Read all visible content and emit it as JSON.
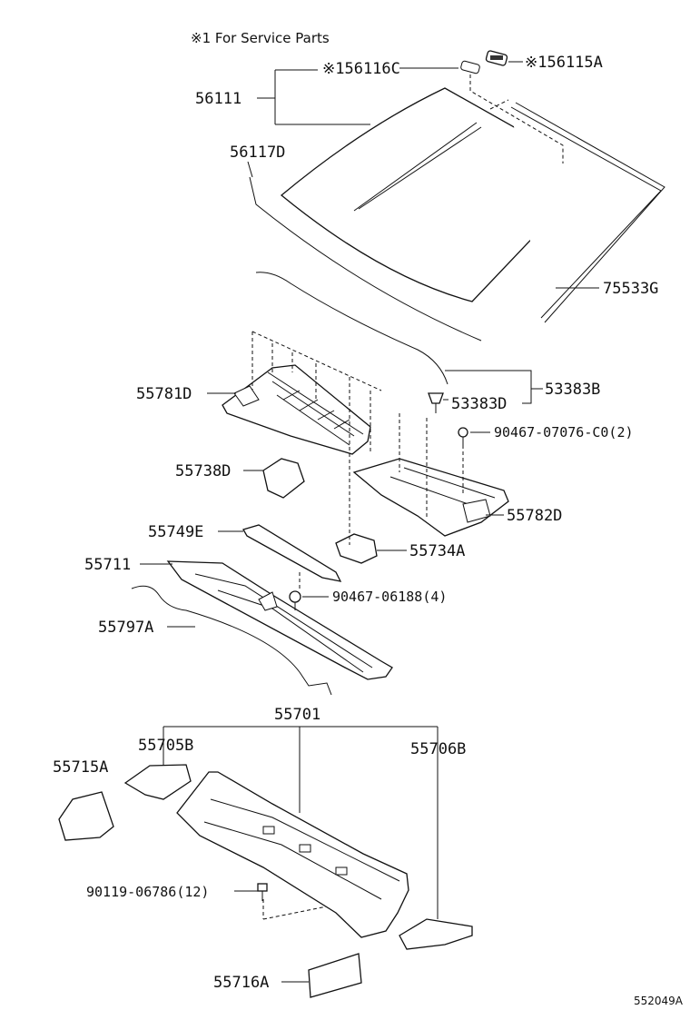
{
  "note": "※1 For Service Parts",
  "code": "552049A",
  "labels": {
    "p56116C": "※156116C",
    "p56115A": "※156115A",
    "p56111": "56111",
    "p56117D": "56117D",
    "p75533G": "75533G",
    "p53383B": "53383B",
    "p53383D": "53383D",
    "p90467_07076": "90467-07076-C0(2)",
    "p55781D": "55781D",
    "p55738D": "55738D",
    "p55782D": "55782D",
    "p55749E": "55749E",
    "p55734A": "55734A",
    "p55711": "55711",
    "p90467_06188": "90467-06188(4)",
    "p55797A": "55797A",
    "p55701": "55701",
    "p55705B": "55705B",
    "p55706B": "55706B",
    "p55715A": "55715A",
    "p90119_06786": "90119-06786(12)",
    "p55716A": "55716A"
  }
}
